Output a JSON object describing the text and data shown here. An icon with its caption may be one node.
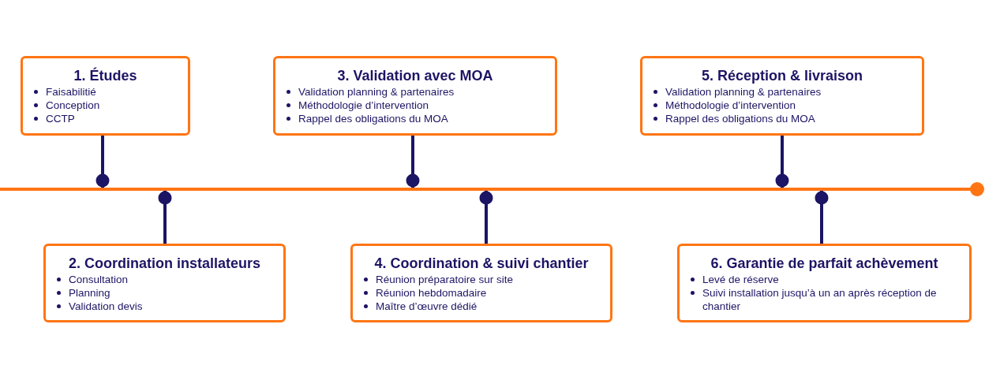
{
  "diagram": {
    "nodes": [
      {
        "text": [],
        "shape": "line"
      },
      {
        "text": [
          "1. Études",
          "Faisabilitié",
          "Conception",
          "CCTP"
        ]
      },
      {
        "text": [
          "2. Coordination installateurs",
          "Consultation",
          "Planning",
          "Validation devis"
        ]
      },
      {
        "text": [
          "3. Validation avec MOA",
          "Validation planning & partenaires",
          "Méthodologie d’intervention",
          "Rappel des obligations du MOA"
        ]
      },
      {
        "text": [
          "4. Coordination & suivi chantier",
          "Réunion préparatoire sur site",
          "Réunion hebdomadaire",
          "Maître d’œuvre dédié"
        ]
      },
      {
        "text": [
          "5. Réception & livraison",
          "Validation planning & partenaires",
          "Méthodologie d’intervention",
          "Rappel des obligations du MOA"
        ]
      },
      {
        "text": [
          "6. Garantie de parfait achèvement",
          "Levé de réserve",
          "Suivi installation jusqu’à un an après réception de chantier"
        ]
      }
    ],
    "edges": [
      {
        "from": 1,
        "to": 0,
        "arrow": "other"
      },
      {
        "from": 2,
        "to": 0,
        "arrow": "other"
      },
      {
        "from": 3,
        "to": 0,
        "arrow": "other"
      },
      {
        "from": 4,
        "to": 0,
        "arrow": "other"
      },
      {
        "from": 5,
        "to": 0,
        "arrow": "other"
      },
      {
        "from": 6,
        "to": 0,
        "arrow": "other"
      }
    ]
  }
}
